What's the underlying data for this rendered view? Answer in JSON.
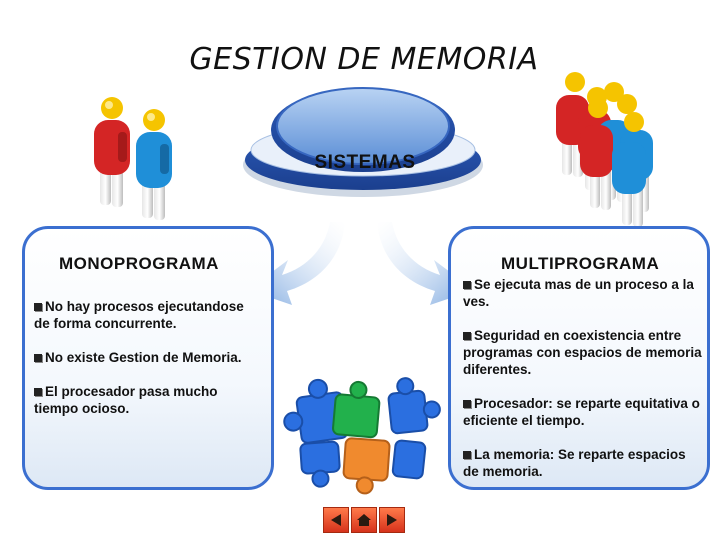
{
  "slide": {
    "title": "GESTION DE MEMORIA"
  },
  "center": {
    "label": "SISTEMAS"
  },
  "left_panel": {
    "title": "MONOPROGRAMA",
    "bullets": [
      "No hay procesos ejecutandose de forma concurrente.",
      "No existe Gestion de Memoria.",
      "El procesador pasa mucho tiempo ocioso."
    ]
  },
  "right_panel": {
    "title": "MULTIPROGRAMA",
    "bullets": [
      "Se ejecuta mas de un proceso a la ves.",
      "Seguridad en coexistencia entre programas con espacios de memoria diferentes.",
      "Procesador: se reparte equitativa o eficiente el tiempo.",
      "La memoria: Se reparte espacios de memoria."
    ]
  },
  "icons": {
    "nav_prev": "triangle-left-icon",
    "nav_home": "home-icon",
    "nav_next": "triangle-right-icon"
  },
  "colors": {
    "panel_border": "#3b6fd0",
    "person_red": "#d42525",
    "person_blue": "#1f8fd8",
    "head_yellow": "#f5c400",
    "puzzle_blue": "#2b6fe0",
    "puzzle_green": "#22b14c",
    "puzzle_orange": "#f08a2e",
    "nav_red": "#e0462a"
  }
}
